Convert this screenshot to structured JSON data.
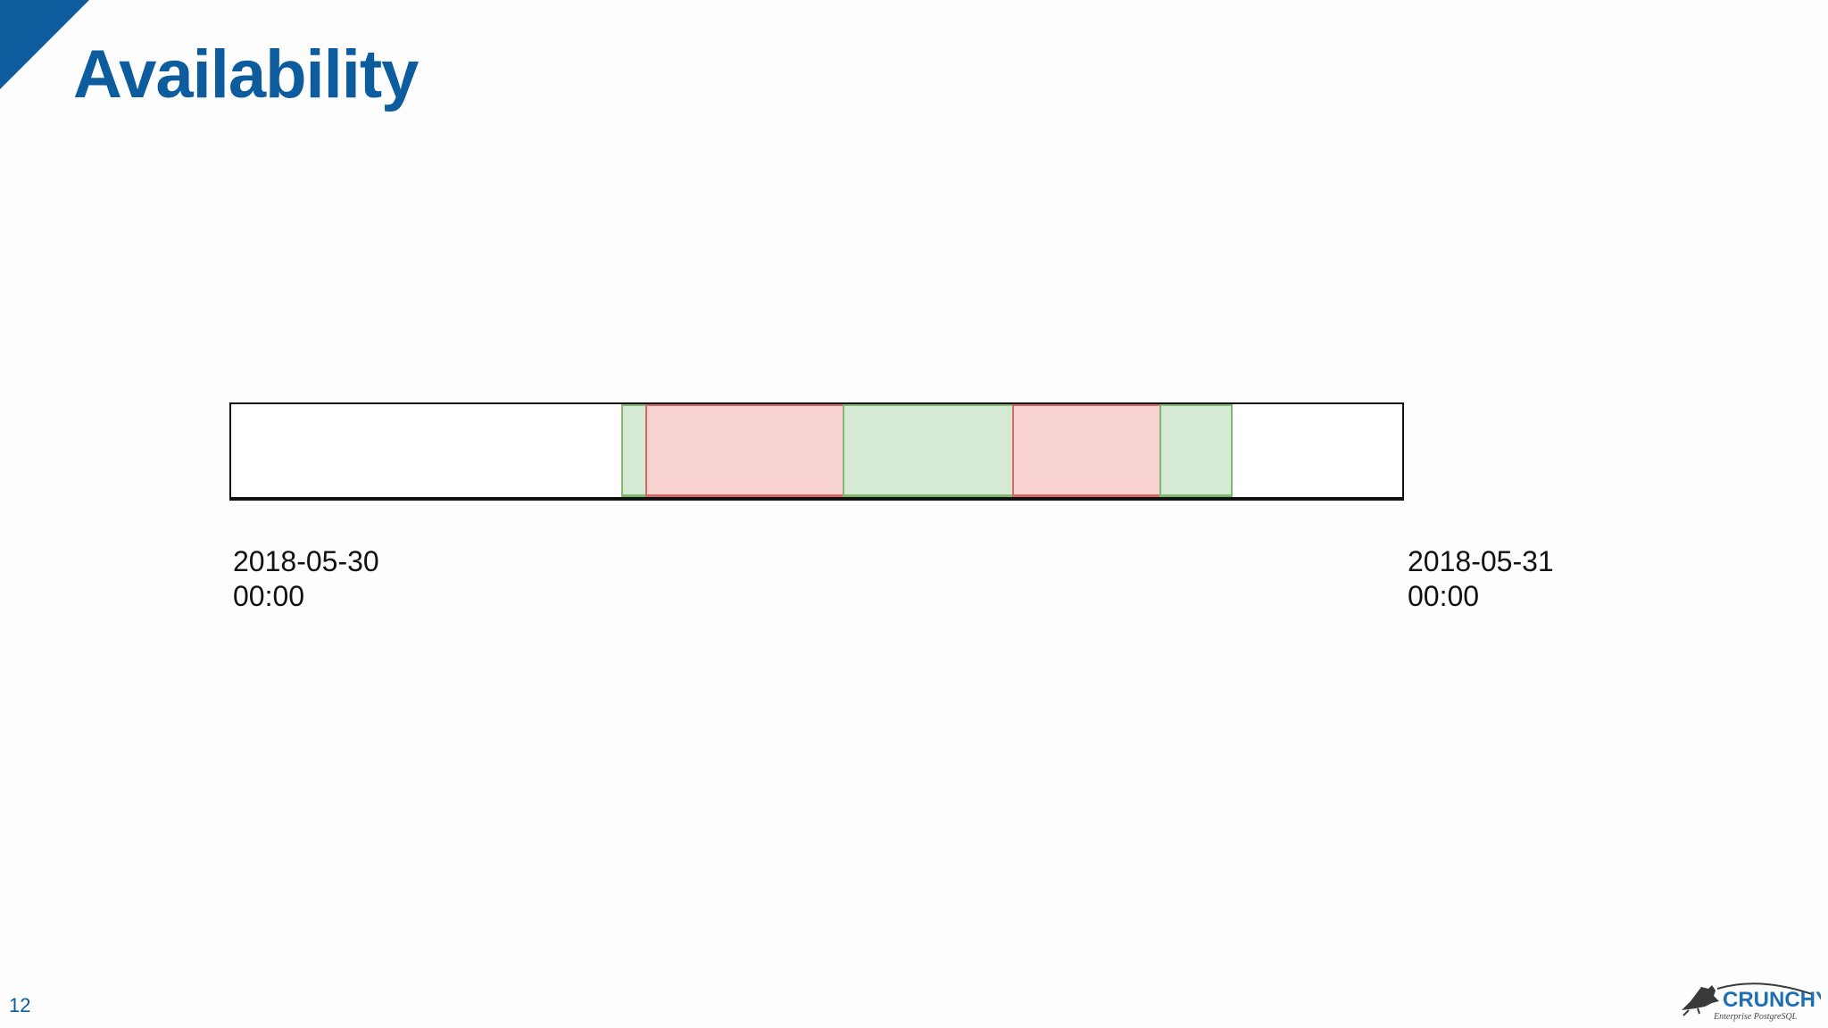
{
  "slide": {
    "title": "Availability",
    "page_number": "12",
    "accent_color": "#0d5c9e"
  },
  "timeline": {
    "start": {
      "date": "2018-05-30",
      "time": "00:00"
    },
    "end": {
      "date": "2018-05-31",
      "time": "00:00"
    },
    "segments": [
      {
        "status": "available",
        "start_fraction": 0.333,
        "end_fraction": 0.354
      },
      {
        "status": "unavailable",
        "start_fraction": 0.354,
        "end_fraction": 0.522
      },
      {
        "status": "available",
        "start_fraction": 0.522,
        "end_fraction": 0.667
      },
      {
        "status": "unavailable",
        "start_fraction": 0.667,
        "end_fraction": 0.793
      },
      {
        "status": "available",
        "start_fraction": 0.793,
        "end_fraction": 0.854
      }
    ],
    "colors": {
      "available_fill": "#d5e9d4",
      "available_border": "#7fb86e",
      "unavailable_fill": "#f7d2d0",
      "unavailable_border": "#d36a66"
    }
  },
  "logo": {
    "brand": "CRUNCHY",
    "tagline": "Enterprise PostgreSQL",
    "icon": "cat-logo-icon"
  }
}
